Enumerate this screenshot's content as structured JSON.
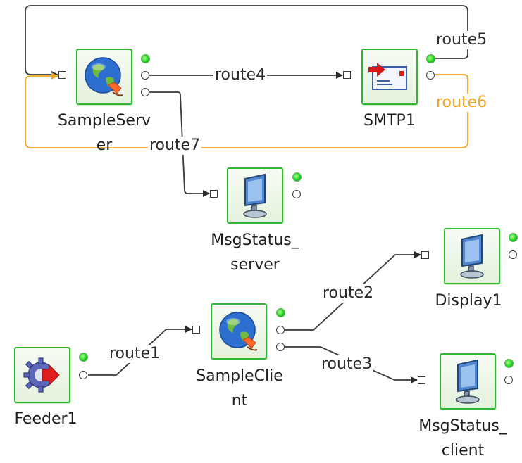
{
  "nodes": {
    "sample_server": {
      "label_line1": "SampleServ",
      "label_line2": "er",
      "icon": "globe-plug-icon"
    },
    "smtp1": {
      "label_line1": "SMTP1",
      "icon": "envelope-arrow-icon"
    },
    "msgstatus_server": {
      "label_line1": "MsgStatus_",
      "label_line2": "server",
      "icon": "monitor-icon"
    },
    "display1": {
      "label_line1": "Display1",
      "icon": "monitor-icon"
    },
    "sample_client": {
      "label_line1": "SampleClie",
      "label_line2": "nt",
      "icon": "globe-plug-icon"
    },
    "feeder1": {
      "label_line1": "Feeder1",
      "icon": "gear-arrow-icon"
    },
    "msgstatus_client": {
      "label_line1": "MsgStatus_",
      "label_line2": "client",
      "icon": "monitor-icon"
    }
  },
  "routes": {
    "route1": "route1",
    "route2": "route2",
    "route3": "route3",
    "route4": "route4",
    "route5": "route5",
    "route6": "route6",
    "route7": "route7"
  },
  "colors": {
    "node_border": "#2fb82f",
    "status_green": "#22d41f",
    "route_default": "#2a2a2a",
    "route_highlight": "#f5a623"
  }
}
